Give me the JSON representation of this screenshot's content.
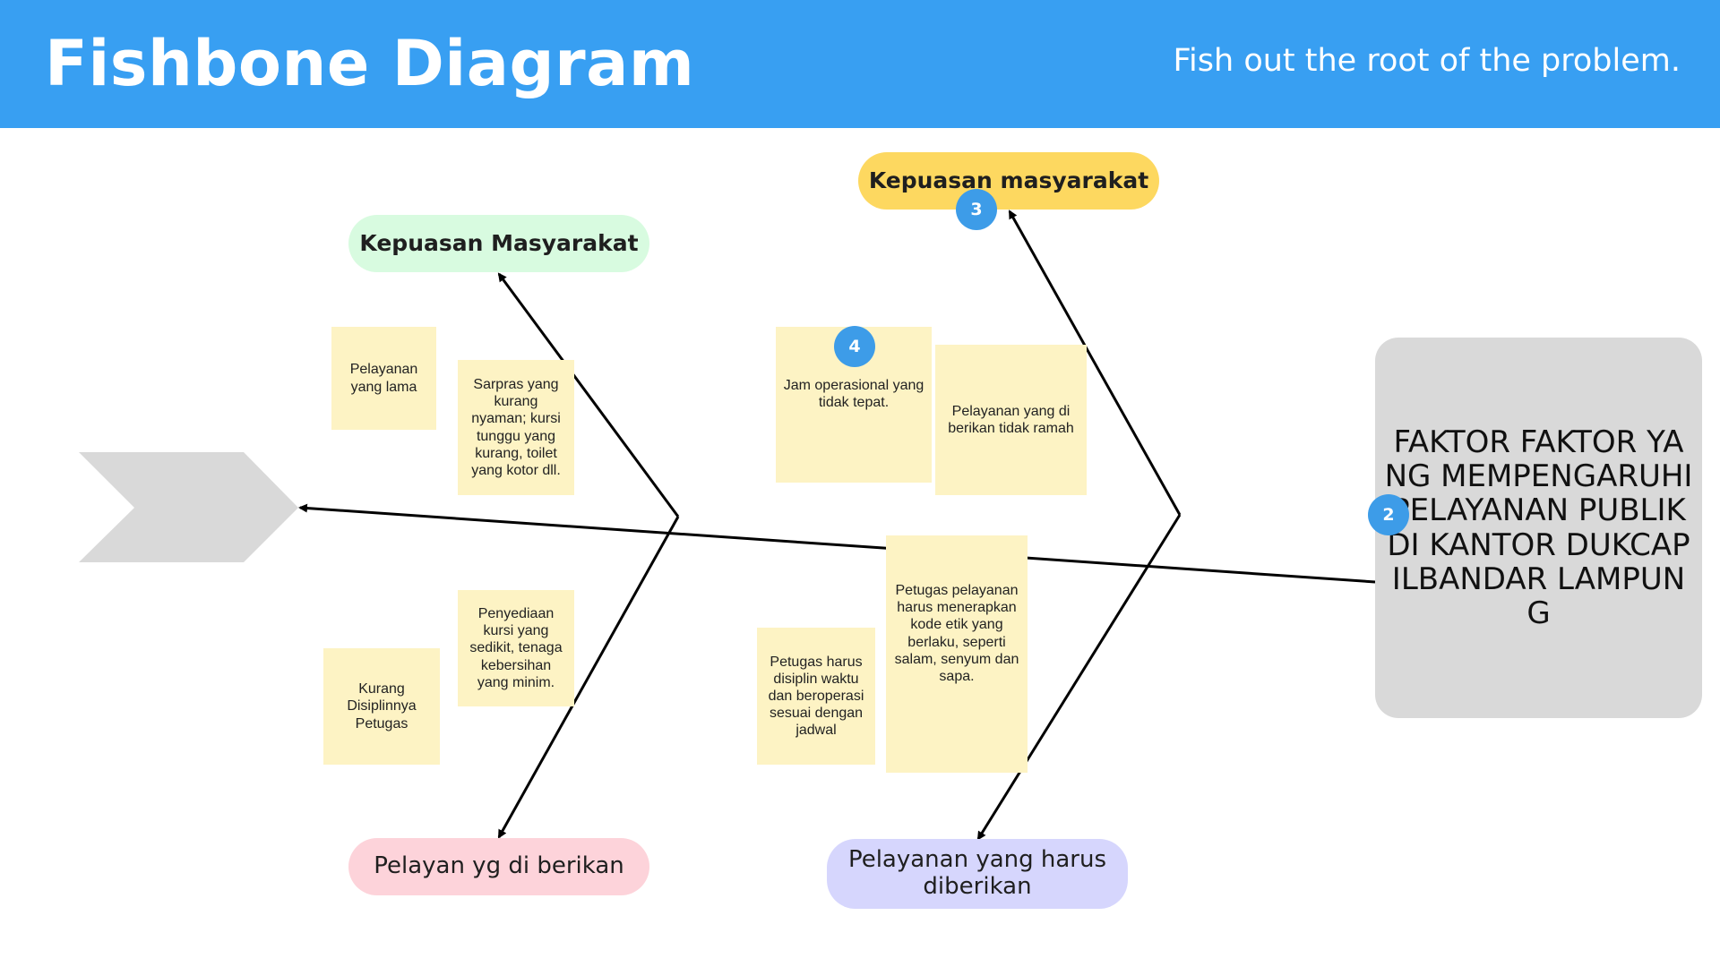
{
  "header": {
    "title": "Fishbone Diagram",
    "subtitle": "Fish out the root of the problem."
  },
  "categories": {
    "top_left": "Kepuasan Masyarakat",
    "top_right": "Kepuasan masyarakat",
    "bottom_left": "Pelayan yg di berikan",
    "bottom_right": "Pelayanan yang harus diberikan"
  },
  "notes": {
    "pelayanan_lama": "Pelayanan yang lama",
    "sarpras": "Sarpras yang kurang nyaman; kursi tunggu yang kurang, toilet yang kotor dll.",
    "jam_operasional": "Jam operasional yang tidak tepat.",
    "tidak_ramah": "Pelayanan yang di berikan tidak ramah",
    "penyediaan_kursi": "Penyediaan kursi yang sedikit, tenaga kebersihan yang minim.",
    "kurang_disiplin": "Kurang Disiplinnya Petugas",
    "disiplin_waktu": "Petugas harus disiplin waktu dan beroperasi sesuai dengan jadwal",
    "kode_etik": "Petugas pelayanan harus menerapkan kode etik yang berlaku, seperti salam, senyum dan sapa."
  },
  "effect": "FAKTOR FAKTOR YANG MEMPENGARUHIPELAYANAN PUBLIK DI KANTOR DUKCAPILBANDAR LAMPUNG",
  "badges": {
    "effect": "2",
    "top_right": "3",
    "jam_note": "4"
  },
  "colors": {
    "header": "#389ff2",
    "green_pill": "#d8fbe0",
    "yellow_pill": "#fdd860",
    "pink_pill": "#fdd3da",
    "purple_pill": "#d6d6fd",
    "sticky_note": "#fdf3c4",
    "effect_box": "#d9d9d9",
    "badge": "#3d9ce8"
  }
}
